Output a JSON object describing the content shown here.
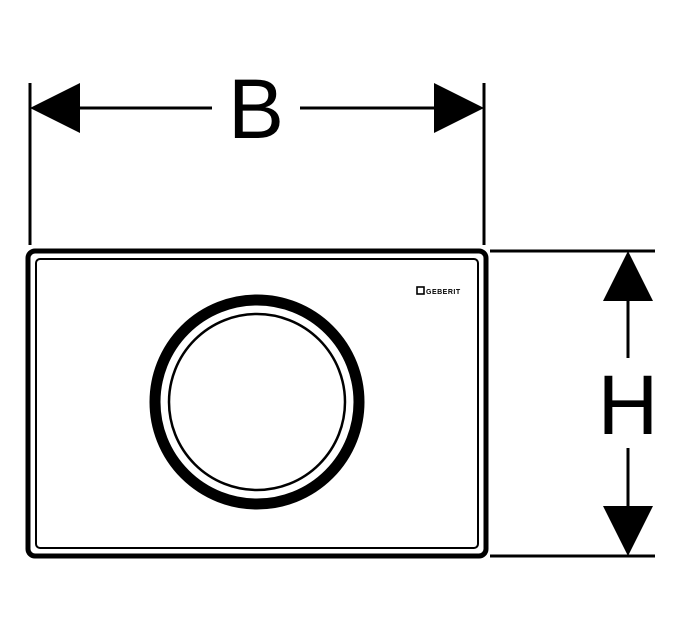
{
  "dimensions": {
    "width_label": "B",
    "height_label": "H"
  },
  "plate": {
    "brand_logo_text": "GEBERIT"
  },
  "colors": {
    "line": "#000000",
    "background": "#ffffff"
  }
}
